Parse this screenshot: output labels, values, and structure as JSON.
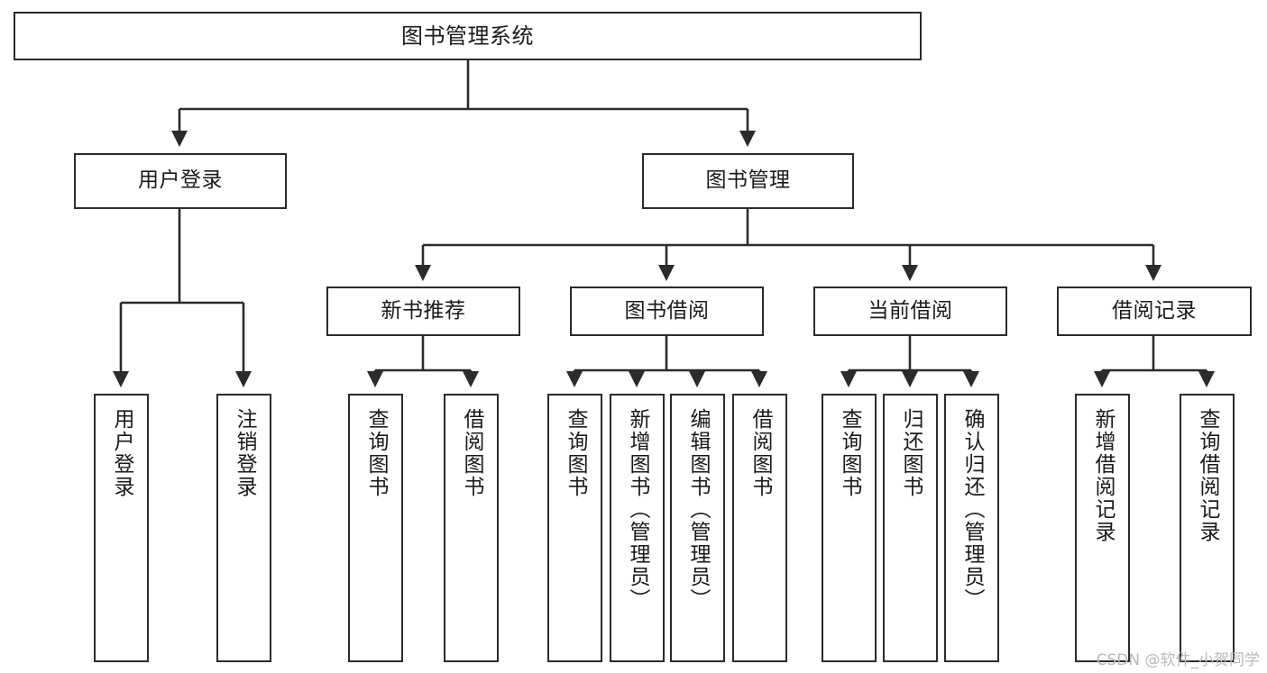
{
  "diagram": {
    "title": "图书管理系统",
    "type": "tree-hierarchy-diagram",
    "colors": {
      "background": "#ffffff",
      "box_border": "#2b2b2b",
      "box_fill": "#ffffff",
      "edge": "#2b2b2b",
      "text": "#1a1a1a",
      "watermark": "#b9b9b9"
    }
  },
  "watermark": {
    "text": "CSDN @软件_小贺同学"
  },
  "nodes": {
    "root": {
      "label": "图书管理系统"
    },
    "level1": [
      {
        "id": "user-login",
        "label": "用户登录"
      },
      {
        "id": "book-management",
        "label": "图书管理"
      }
    ],
    "level2": [
      {
        "id": "new-book-recommend",
        "label": "新书推荐"
      },
      {
        "id": "book-borrow",
        "label": "图书借阅"
      },
      {
        "id": "current-borrow",
        "label": "当前借阅"
      },
      {
        "id": "borrow-record",
        "label": "借阅记录"
      }
    ],
    "leaves": {
      "user-login": [
        {
          "id": "user-login-leaf",
          "label": "用户登录"
        },
        {
          "id": "logout-leaf",
          "label": "注销登录"
        }
      ],
      "new-book-recommend": [
        {
          "id": "query-book-1",
          "label": "查询图书"
        },
        {
          "id": "borrow-book-1",
          "label": "借阅图书"
        }
      ],
      "book-borrow": [
        {
          "id": "query-book-2",
          "label": "查询图书"
        },
        {
          "id": "add-book-admin",
          "label": "新增图书（管理员）"
        },
        {
          "id": "edit-book-admin",
          "label": "编辑图书（管理员）"
        },
        {
          "id": "borrow-book-2",
          "label": "借阅图书"
        }
      ],
      "current-borrow": [
        {
          "id": "query-book-3",
          "label": "查询图书"
        },
        {
          "id": "return-book",
          "label": "归还图书"
        },
        {
          "id": "confirm-return-admin",
          "label": "确认归还（管理员）"
        }
      ],
      "borrow-record": [
        {
          "id": "add-borrow-record",
          "label": "新增借阅记录"
        },
        {
          "id": "query-borrow-record",
          "label": "查询借阅记录"
        }
      ]
    }
  }
}
